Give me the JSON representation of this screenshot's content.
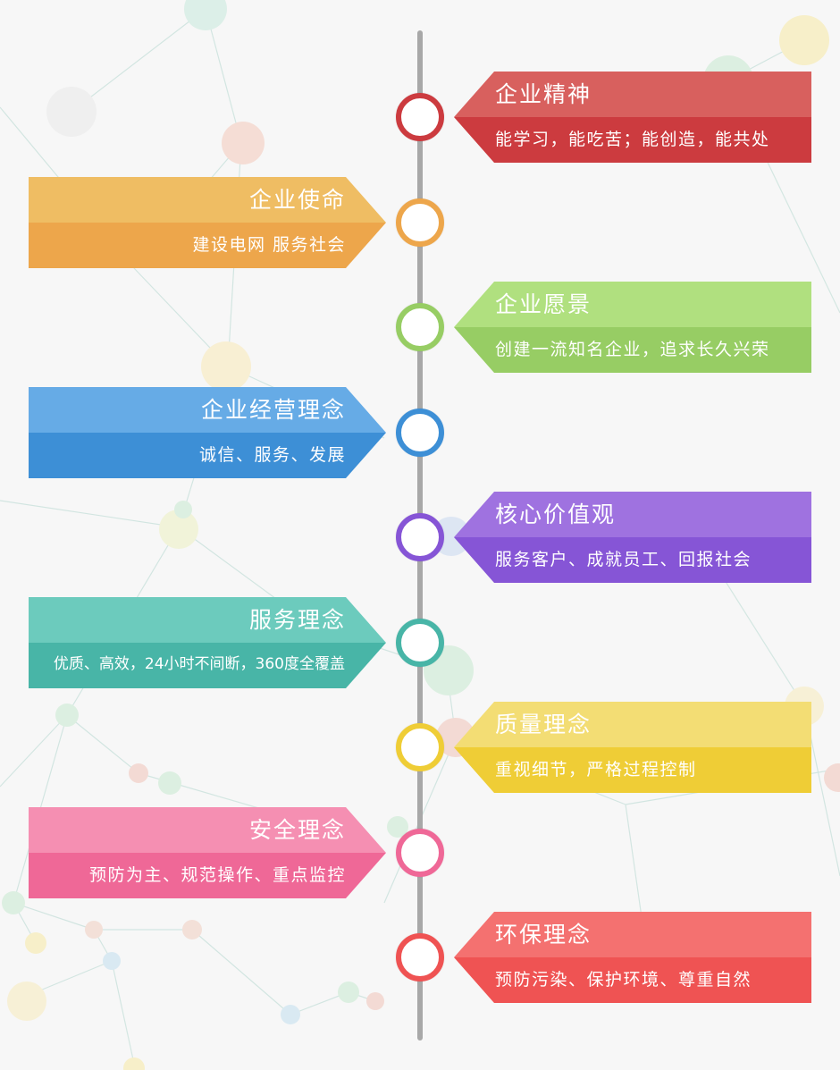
{
  "items": [
    {
      "title": "企业精神",
      "desc": "能学习，能吃苦；能创造，能共处",
      "side": "right",
      "top_color": "#d8605e",
      "bottom_color": "#cc3b3f",
      "ring_color": "#cc3b3f"
    },
    {
      "title": "企业使命",
      "desc": "建设电网   服务社会",
      "side": "left",
      "top_color": "#efbd63",
      "bottom_color": "#eda64b",
      "ring_color": "#eda64b"
    },
    {
      "title": "企业愿景",
      "desc": "创建一流知名企业，追求长久兴荣",
      "side": "right",
      "top_color": "#b0e07f",
      "bottom_color": "#97cd64",
      "ring_color": "#97cd64"
    },
    {
      "title": "企业经营理念",
      "desc": "诚信、服务、发展",
      "side": "left",
      "top_color": "#66abe6",
      "bottom_color": "#3d8fd6",
      "ring_color": "#3d8fd6"
    },
    {
      "title": "核心价值观",
      "desc": "服务客户、成就员工、回报社会",
      "side": "right",
      "top_color": "#9f72e0",
      "bottom_color": "#8655d6",
      "ring_color": "#8655d6"
    },
    {
      "title": "服务理念",
      "desc": "优质、高效，24小时不间断，360度全覆盖",
      "side": "left",
      "top_color": "#6ccbbd",
      "bottom_color": "#48b5a7",
      "ring_color": "#48b5a7"
    },
    {
      "title": "质量理念",
      "desc": "重视细节，严格过程控制",
      "side": "right",
      "top_color": "#f3dd74",
      "bottom_color": "#efcd36",
      "ring_color": "#efcd36"
    },
    {
      "title": "安全理念",
      "desc": "预防为主、规范操作、重点监控",
      "side": "left",
      "top_color": "#f58fb2",
      "bottom_color": "#ef6897",
      "ring_color": "#ef6897"
    },
    {
      "title": "环保理念",
      "desc": "预防污染、保护环境、尊重自然",
      "side": "right",
      "top_color": "#f47170",
      "bottom_color": "#ef5353",
      "ring_color": "#ef5353"
    }
  ]
}
